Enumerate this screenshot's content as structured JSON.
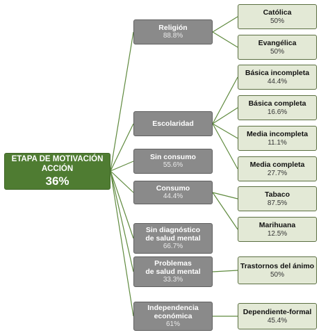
{
  "root": {
    "title_line1": "ETAPA DE MOTIVACIÓN",
    "title_line2": "ACCIÓN",
    "value": "36%"
  },
  "categories": [
    {
      "id": "religion",
      "lines": [
        "Religión"
      ],
      "value": "88.8%"
    },
    {
      "id": "escolaridad",
      "lines": [
        "Escolaridad"
      ],
      "value": ""
    },
    {
      "id": "sin-consumo",
      "lines": [
        "Sin consumo"
      ],
      "value": "55.6%"
    },
    {
      "id": "consumo",
      "lines": [
        "Consumo"
      ],
      "value": "44.4%"
    },
    {
      "id": "sin-diagnostico",
      "lines": [
        "Sin diagnóstico",
        "de salud mental"
      ],
      "value": "66.7%"
    },
    {
      "id": "problemas",
      "lines": [
        "Problemas",
        "de salud mental"
      ],
      "value": "33.3%"
    },
    {
      "id": "independencia",
      "lines": [
        "Independencia",
        "económica"
      ],
      "value": "61%"
    }
  ],
  "leaves": [
    {
      "id": "catolica",
      "label": "Católica",
      "value": "50%"
    },
    {
      "id": "evangelica",
      "label": "Evangélica",
      "value": "50%"
    },
    {
      "id": "basica-incompleta",
      "label": "Básica incompleta",
      "value": "44.4%"
    },
    {
      "id": "basica-completa",
      "label": "Básica completa",
      "value": "16.6%"
    },
    {
      "id": "media-incompleta",
      "label": "Media incompleta",
      "value": "11.1%"
    },
    {
      "id": "media-completa",
      "label": "Media completa",
      "value": "27.7%"
    },
    {
      "id": "tabaco",
      "label": "Tabaco",
      "value": "87.5%"
    },
    {
      "id": "marihuana",
      "label": "Marihuana",
      "value": "12.5%"
    },
    {
      "id": "trastornos",
      "label": "Trastornos del ánimo",
      "value": "50%"
    },
    {
      "id": "dependiente-formal",
      "label": "Dependiente-formal",
      "value": "45.4%"
    }
  ],
  "colors": {
    "root": "#4f7c32",
    "category": "#8a8a8a",
    "leaf": "#e3e9d6",
    "connector": "#5f8a3e"
  }
}
